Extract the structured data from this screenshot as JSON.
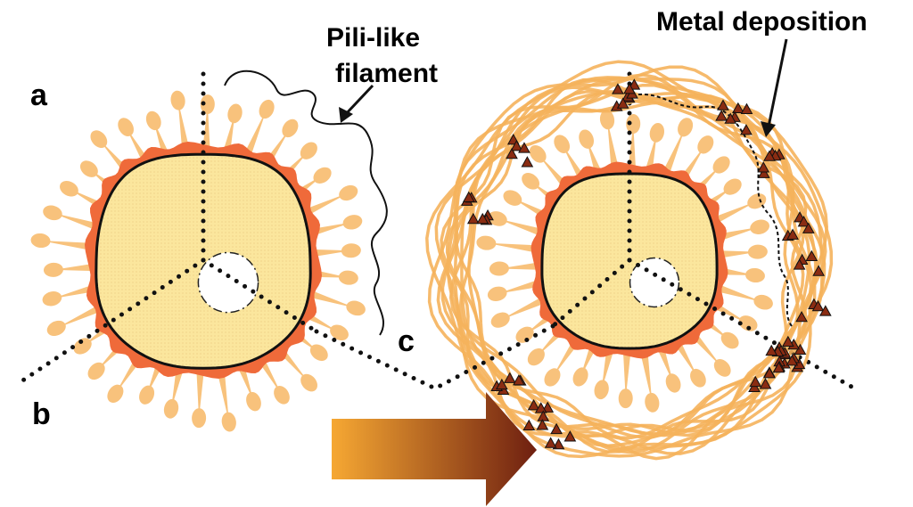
{
  "labels": {
    "a": "a",
    "b": "b",
    "c": "c",
    "pili_line1": "Pili-like",
    "pili_line2": "filament",
    "metal": "Metal deposition"
  },
  "colors": {
    "cytoplasm": "#fbe69d",
    "membrane": "#ef6a3a",
    "appendage": "#f8c27c",
    "metal_marker": "#8a2c12",
    "matrix_fiber": "#f5b25c",
    "arrow_start": "#f6a833",
    "arrow_end": "#6e1f10",
    "outline": "#111111"
  },
  "icons": {
    "arrow": "gradient-right-arrow-icon",
    "metal": "triangle-marker-icon"
  }
}
